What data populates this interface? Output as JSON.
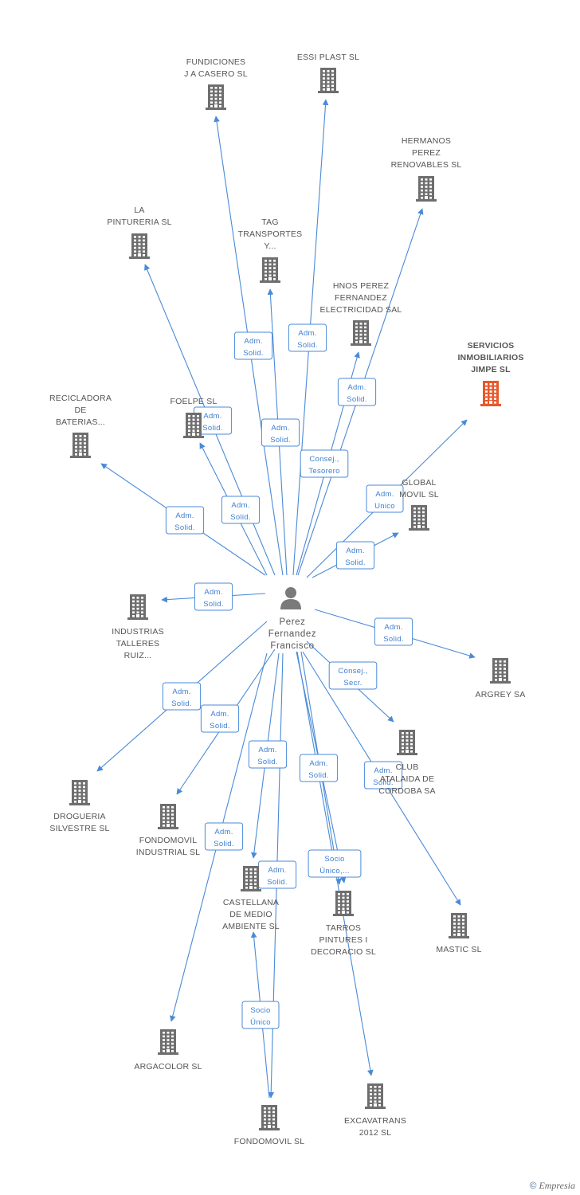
{
  "person": {
    "id": "p",
    "lines": [
      "Perez",
      "Fernandez",
      "Francisco"
    ]
  },
  "companies": [
    {
      "id": "fundiciones",
      "lines": [
        "FUNDICIONES",
        "J A CASERO SL"
      ]
    },
    {
      "id": "essiplast",
      "lines": [
        "ESSI PLAST SL"
      ]
    },
    {
      "id": "hermanos",
      "lines": [
        "HERMANOS",
        "PEREZ",
        "RENOVABLES SL"
      ]
    },
    {
      "id": "pintureria",
      "lines": [
        "LA",
        "PINTURERIA SL"
      ]
    },
    {
      "id": "tag",
      "lines": [
        "TAG",
        "TRANSPORTES",
        "Y..."
      ]
    },
    {
      "id": "hnos",
      "lines": [
        "HNOS PEREZ",
        "FERNANDEZ",
        "ELECTRICIDAD SAL"
      ]
    },
    {
      "id": "servicios",
      "lines": [
        "SERVICIOS",
        "INMOBILIARIOS",
        "JIMPE SL"
      ],
      "highlight": true
    },
    {
      "id": "recicladora",
      "lines": [
        "RECICLADORA",
        "DE",
        "BATERIAS..."
      ]
    },
    {
      "id": "foelpe",
      "lines": [
        "FOELPE SL"
      ]
    },
    {
      "id": "global",
      "lines": [
        "GLOBAL",
        "MOVIL SL"
      ]
    },
    {
      "id": "industrias",
      "lines": [
        "INDUSTRIAS",
        "TALLERES",
        "RUIZ..."
      ]
    },
    {
      "id": "argrey",
      "lines": [
        "ARGREY SA"
      ]
    },
    {
      "id": "club",
      "lines": [
        "CLUB",
        "ATALAIDA DE",
        "CORDOBA SA"
      ]
    },
    {
      "id": "drogueria",
      "lines": [
        "DROGUERIA",
        "SILVESTRE SL"
      ]
    },
    {
      "id": "fondomovilind",
      "lines": [
        "FONDOMOVIL",
        "INDUSTRIAL SL"
      ]
    },
    {
      "id": "castellana",
      "lines": [
        "CASTELLANA",
        "DE MEDIO",
        "AMBIENTE SL"
      ]
    },
    {
      "id": "tarros",
      "lines": [
        "TARROS",
        "PINTURES I",
        "DECORACIO SL"
      ]
    },
    {
      "id": "mastic",
      "lines": [
        "MASTIC SL"
      ]
    },
    {
      "id": "argacolor",
      "lines": [
        "ARGACOLOR SL"
      ]
    },
    {
      "id": "excavatrans",
      "lines": [
        "EXCAVATRANS",
        "2012 SL"
      ]
    },
    {
      "id": "fondomovil",
      "lines": [
        "FONDOMOVIL SL"
      ]
    }
  ],
  "relations": [
    {
      "lines": [
        "Adm.",
        "Solid."
      ]
    },
    {
      "lines": [
        "Adm.",
        "Solid."
      ]
    },
    {
      "lines": [
        "Adm.",
        "Solid."
      ]
    },
    {
      "lines": [
        "Adm.",
        "Solid."
      ]
    },
    {
      "lines": [
        "Adm.",
        "Solid."
      ]
    },
    {
      "lines": [
        "Consej.,",
        "Tesorero"
      ]
    },
    {
      "lines": [
        "Adm.",
        "Solid."
      ]
    },
    {
      "lines": [
        "Adm.",
        "Solid."
      ]
    },
    {
      "lines": [
        "Adm.",
        "Unico"
      ]
    },
    {
      "lines": [
        "Adm.",
        "Solid."
      ]
    },
    {
      "lines": [
        "Adm.",
        "Solid."
      ]
    },
    {
      "lines": [
        "Adm.",
        "Solid."
      ]
    },
    {
      "lines": [
        "Adm.",
        "Solid."
      ]
    },
    {
      "lines": [
        "Consej.,",
        "Secr."
      ]
    },
    {
      "lines": [
        "Adm.",
        "Solid."
      ]
    },
    {
      "lines": [
        "Adm.",
        "Solid."
      ]
    },
    {
      "lines": [
        "Adm.",
        "Solid."
      ]
    },
    {
      "lines": [
        "Adm.",
        "Solid."
      ]
    },
    {
      "lines": [
        "Adm.",
        "Solid."
      ]
    },
    {
      "lines": [
        "Adm.",
        "Solid."
      ]
    },
    {
      "lines": [
        "Adm.",
        "Solid."
      ]
    },
    {
      "lines": [
        "Socio",
        "Único,..."
      ]
    },
    {
      "lines": [
        "Socio",
        "Único"
      ]
    }
  ],
  "colors": {
    "edge": "#4a8ad8",
    "building": "#6e6e6e",
    "building_highlight": "#e8582a",
    "person_icon": "#7a7a7a",
    "label_text": "#555555",
    "relation_text": "#3f7fcf"
  },
  "icons": {
    "company": "building-icon",
    "person": "person-icon"
  },
  "footer": {
    "copyright": "©",
    "brand": "Empresia"
  }
}
